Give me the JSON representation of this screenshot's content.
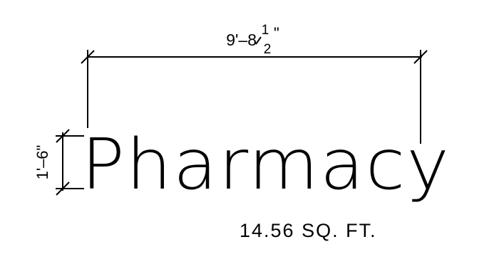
{
  "sign": {
    "text": "Pharmacy"
  },
  "dimensions": {
    "width": {
      "whole": "9'–8",
      "fraction_numerator": "1",
      "fraction_denominator": "2",
      "inch_mark": "\""
    },
    "height": "1'–6\""
  },
  "area": "14.56 SQ. FT.",
  "colors": {
    "ink": "#000000",
    "background": "#ffffff"
  }
}
